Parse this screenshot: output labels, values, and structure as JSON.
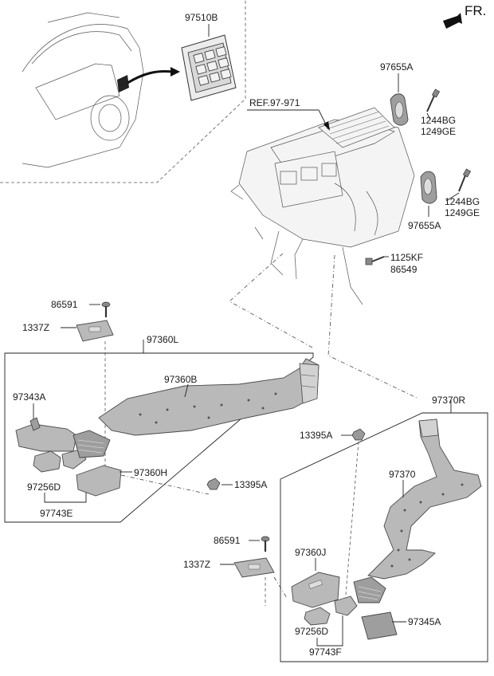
{
  "direction": {
    "label": "FR."
  },
  "labels": {
    "l97510B": "97510B",
    "l97655A_top": "97655A",
    "ref": "REF.97-971",
    "l1244BG_top": "1244BG",
    "l1249GE_top": "1249GE",
    "l1244BG_bot": "1244BG",
    "l1249GE_bot": "1249GE",
    "l97655A_bot": "97655A",
    "l1125KF": "1125KF",
    "l86549": "86549",
    "l86591_top": "86591",
    "l1337Z_top": "1337Z",
    "l97360L": "97360L",
    "l97360B": "97360B",
    "l97343A": "97343A",
    "l97360H": "97360H",
    "l97256D_left": "97256D",
    "l97743E": "97743E",
    "l13395A_left": "13395A",
    "l97370R": "97370R",
    "l13395A_right": "13395A",
    "l97370": "97370",
    "l86591_bot": "86591",
    "l1337Z_bot": "1337Z",
    "l97360J": "97360J",
    "l97345A": "97345A",
    "l97256D_right": "97256D",
    "l97743F": "97743F"
  }
}
